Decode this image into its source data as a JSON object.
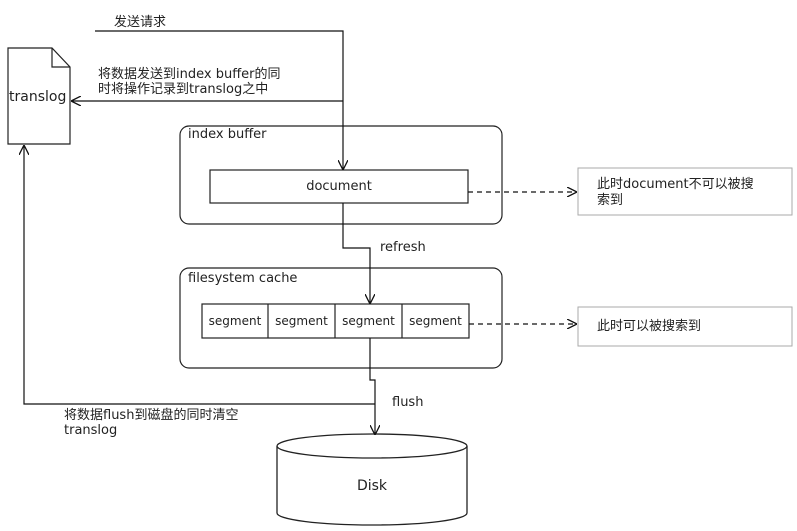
{
  "labels": {
    "send_request": "发送请求",
    "write_note_line1": "将数据发送到index buffer的同",
    "write_note_line2": "时将操作记录到translog之中",
    "translog": "translog",
    "index_buffer": "index buffer",
    "document": "document",
    "doc_not_searchable_line1": "此时document不可以被搜",
    "doc_not_searchable_line2": "索到",
    "refresh": "refresh",
    "filesystem_cache": "filesystem cache",
    "segments": [
      "segment",
      "segment",
      "segment",
      "segment"
    ],
    "searchable": "此时可以被搜索到",
    "flush": "flush",
    "flush_note_line1": "将数据flush到磁盘的同时清空",
    "flush_note_line2": "translog",
    "disk": "Disk"
  }
}
